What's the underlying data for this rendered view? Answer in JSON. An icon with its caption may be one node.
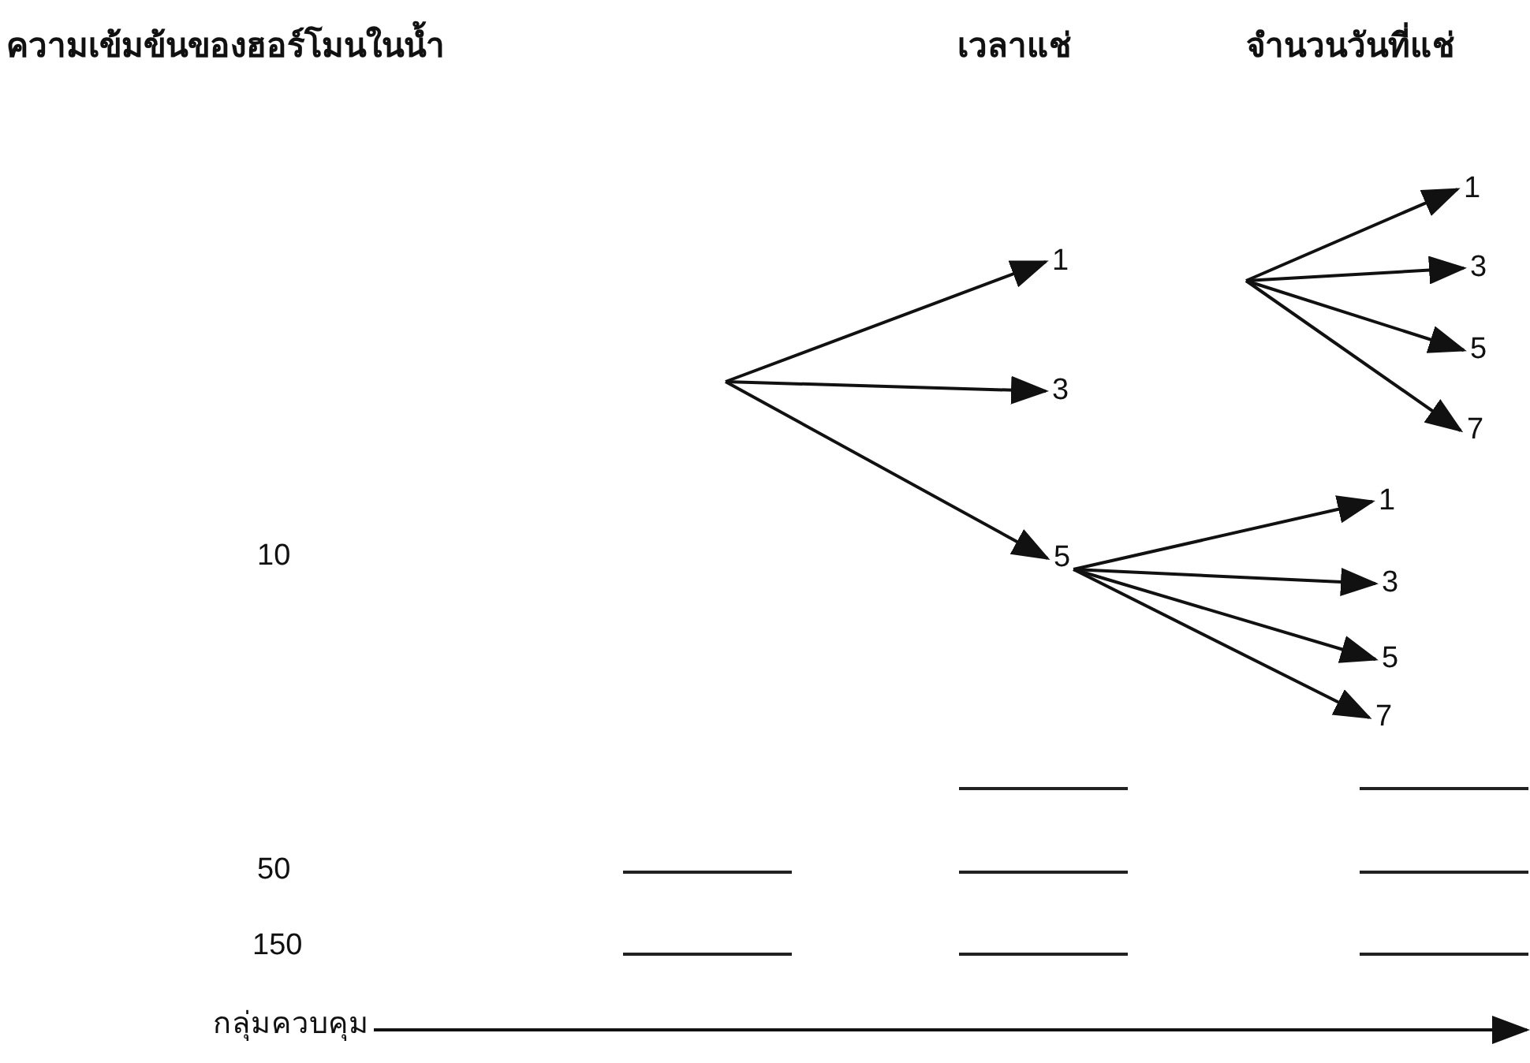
{
  "diagram": {
    "nodes": [
      {
        "text": [
          "10"
        ]
      },
      {
        "text": [
          "50"
        ]
      },
      {
        "text": [
          "150"
        ]
      },
      {
        "text": [
          "กลุ่มควบคุม"
        ]
      },
      {
        "text": [
          "1"
        ]
      },
      {
        "text": [
          "3"
        ]
      },
      {
        "text": [
          "5"
        ]
      },
      {
        "text": [
          "1"
        ]
      },
      {
        "text": [
          "3"
        ]
      },
      {
        "text": [
          "5"
        ]
      },
      {
        "text": [
          "7"
        ]
      },
      {
        "text": [
          "1"
        ]
      },
      {
        "text": [
          "3"
        ]
      },
      {
        "text": [
          "5"
        ]
      },
      {
        "text": [
          "7"
        ]
      },
      {
        "text": [],
        "shape": "bar"
      },
      {
        "text": [],
        "shape": "bar"
      },
      {
        "text": [],
        "shape": "bar"
      },
      {
        "text": [],
        "shape": "bar"
      },
      {
        "text": [],
        "shape": "bar"
      },
      {
        "text": [],
        "shape": "bar"
      },
      {
        "text": [],
        "shape": "bar"
      },
      {
        "text": [],
        "shape": "bar"
      }
    ],
    "edges": [
      {
        "from": null,
        "to": 4,
        "arrow": "to"
      },
      {
        "from": null,
        "to": 5,
        "arrow": "to"
      },
      {
        "from": null,
        "to": 6,
        "arrow": "to"
      },
      {
        "from": null,
        "to": 7,
        "arrow": "to"
      },
      {
        "from": null,
        "to": 8,
        "arrow": "to"
      },
      {
        "from": null,
        "to": 9,
        "arrow": "to"
      },
      {
        "from": null,
        "to": 10,
        "arrow": "to"
      },
      {
        "from": 6,
        "to": 11,
        "arrow": "to"
      },
      {
        "from": 6,
        "to": 12,
        "arrow": "to"
      },
      {
        "from": 6,
        "to": 13,
        "arrow": "to"
      },
      {
        "from": 6,
        "to": 14,
        "arrow": "to"
      },
      {
        "from": 3,
        "to": null,
        "arrow": "to"
      }
    ],
    "labels": [
      "ความเข้มข้นของฮอร์โมนในน้ำ",
      "เวลาแช่",
      "จำนวนวันที่แช่"
    ]
  }
}
